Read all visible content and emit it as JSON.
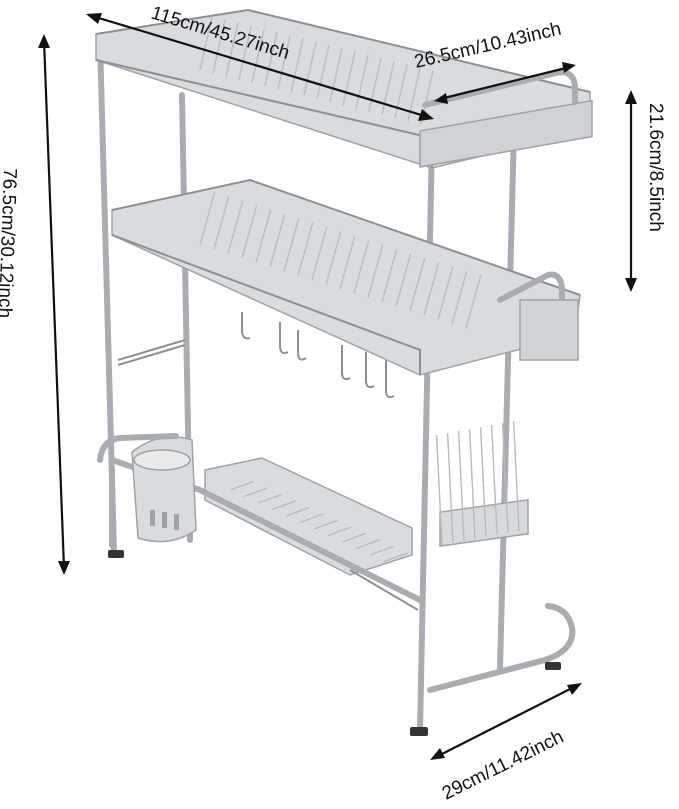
{
  "dimensions": {
    "length": "115cm/45.27inch",
    "inner_width": "26.5cm/10.43inch",
    "height": "76.5cm/30.12inch",
    "tier_gap": "21.6cm/8.5inch",
    "depth": "29cm/11.42inch"
  }
}
